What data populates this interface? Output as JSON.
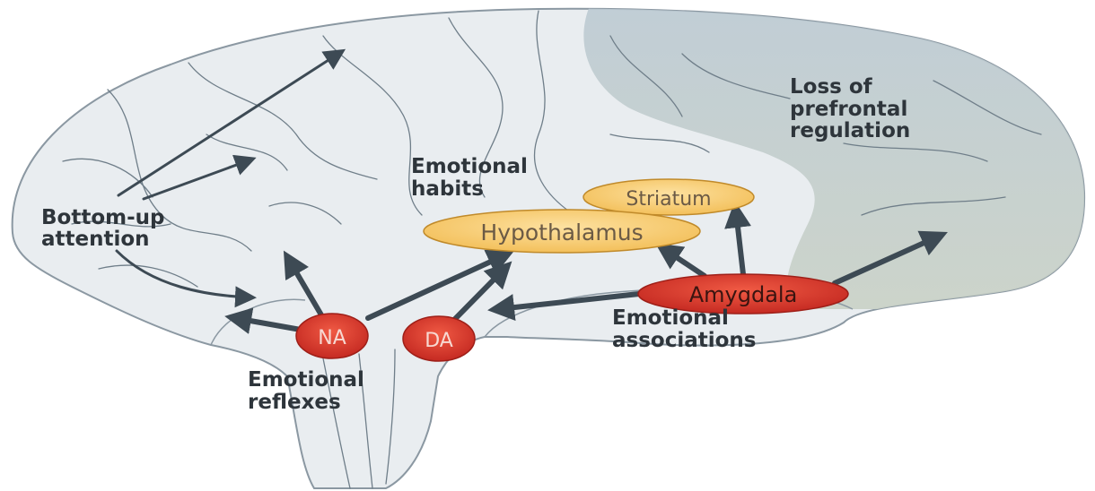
{
  "labels": {
    "loss_line1": "Loss of",
    "loss_line2": "prefrontal",
    "loss_line3": "regulation",
    "habits_line1": "Emotional",
    "habits_line2": "habits",
    "bottom_line1": "Bottom-up",
    "bottom_line2": "attention",
    "assoc_line1": "Emotional",
    "assoc_line2": "associations",
    "reflex_line1": "Emotional",
    "reflex_line2": "reflexes"
  },
  "nodes": {
    "striatum": "Striatum",
    "hypothalamus": "Hypothalamus",
    "amygdala": "Amygdala",
    "na": "NA",
    "da": "DA"
  },
  "colors": {
    "brain_fill": "#e9edf0",
    "brain_outline": "#8b98a2",
    "prefrontal_fill": "#b7c4cc",
    "arrow": "#3d4a54",
    "yellow_node": "#f7c96a",
    "red_node": "#d8352b"
  }
}
